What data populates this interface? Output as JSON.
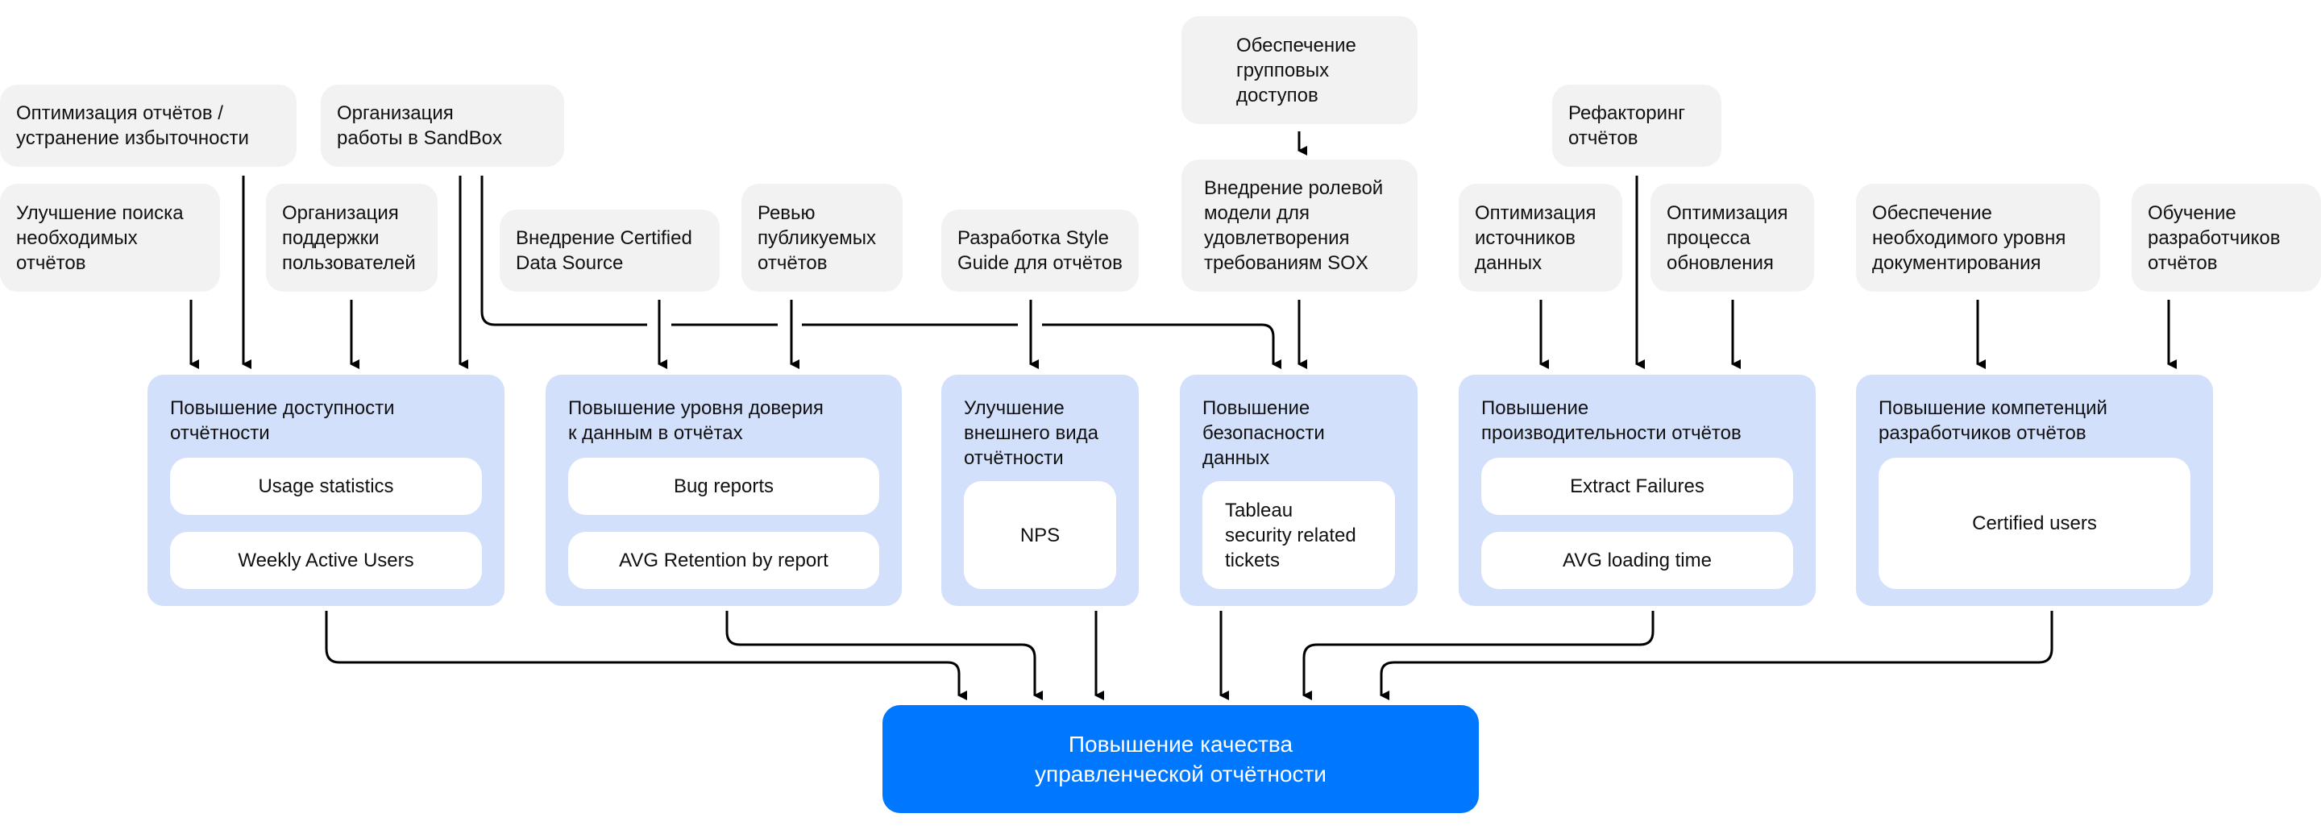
{
  "diagram": {
    "top_tasks": {
      "opt_reports": "Оптимизация отчётов /\nустранение избыточности",
      "sandbox": "Организация\nработы в SandBox",
      "search": "Улучшение поиска\nнеобходимых\nотчётов",
      "support": "Организация\nподдержки\nпользователей",
      "certified_ds": "Внедрение Certified\nData Source",
      "review": "Ревью\nпубликуемых\nотчётов",
      "style_guide": "Разработка Style\nGuide для отчётов",
      "group_access": "Обеспечение\nгрупповых\nдоступов",
      "role_model": "Внедрение ролевой\nмодели для\nудовлетворения\nтребованиям SOX",
      "refactoring": "Рефакторинг\nотчётов",
      "opt_sources": "Оптимизация\nисточников\nданных",
      "opt_update": "Оптимизация\nпроцесса\nобновления",
      "documentation": "Обеспечение\nнеобходимого уровня\nдокументирования",
      "training": "Обучение\nразработчиков\nотчётов"
    },
    "goals": {
      "availability": {
        "title": "Повышение доступности\nотчётности",
        "metrics": [
          "Usage statistics",
          "Weekly Active Users"
        ]
      },
      "trust": {
        "title": "Повышение уровня доверия\nк данным в отчётах",
        "metrics": [
          "Bug reports",
          "AVG Retention by report"
        ]
      },
      "appearance": {
        "title": "Улучшение\nвнешнего вида\nотчётности",
        "metrics": [
          "NPS"
        ]
      },
      "security": {
        "title": "Повышение\nбезопасности\nданных",
        "metrics": [
          "Tableau\nsecurity related\ntickets"
        ]
      },
      "performance": {
        "title": "Повышение\nпроизводительности отчётов",
        "metrics": [
          "Extract Failures",
          "AVG loading time"
        ]
      },
      "competence": {
        "title": "Повышение компетенций\nразработчиков отчётов",
        "metrics": [
          "Certified users"
        ]
      }
    },
    "final_goal": "Повышение качества\nуправленческой отчётности",
    "colors": {
      "task_bg": "#f2f2f2",
      "goal_bg": "#d2e0fb",
      "metric_bg": "#ffffff",
      "final_bg": "#0077ff",
      "arrow": "#000000"
    }
  }
}
